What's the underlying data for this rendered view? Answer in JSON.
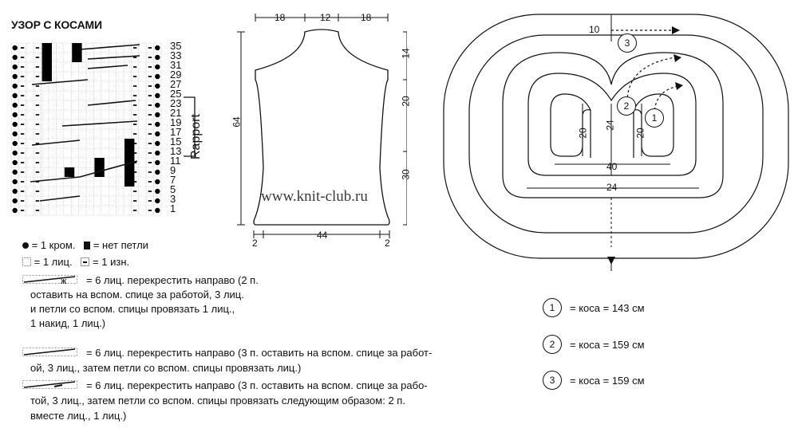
{
  "title": "УЗОР С КОСАМИ",
  "row_numbers": [
    "35",
    "33",
    "31",
    "29",
    "27",
    "25",
    "23",
    "21",
    "19",
    "17",
    "15",
    "13",
    "11",
    "9",
    "7",
    "5",
    "3",
    "1"
  ],
  "rapport_label": "Rapport",
  "watermark": "www.knit-club.ru",
  "garment": {
    "dims": {
      "top_left": "18",
      "top_mid": "12",
      "top_right": "18",
      "right_top": "14",
      "right_mid": "20",
      "right_bottom": "30",
      "left_height": "64",
      "bottom_left": "2",
      "bottom_mid": "44",
      "bottom_right": "2"
    }
  },
  "scheme": {
    "dims": {
      "top": "10",
      "left_inner": "20",
      "center": "24",
      "right_inner": "20",
      "inner_width": "40",
      "bottom_width": "24"
    },
    "markers": [
      "1",
      "2",
      "3"
    ]
  },
  "legend": {
    "kromka": "= 1 кром.",
    "no_loop": "= нет петли",
    "knit": "= 1 лиц.",
    "purl": "= 1 изн.",
    "cable1": [
      "= 6 лиц. перекрестить направо (2 п.",
      "оставить на вспом. спице за работой, 3 лиц.",
      "и петли со вспом. спицы провязать 1 лиц.,",
      "1 накид, 1 лиц.)"
    ],
    "cable2": [
      "= 6 лиц. перекрестить направо (3 п. оставить на вспом. спице за работ-",
      "ой, 3 лиц., затем петли со вспом. спицы провязать лиц.)"
    ],
    "cable3": [
      "= 6 лиц. перекрестить направо (3 п. оставить на вспом. спице за рабо-",
      "той, 3 лиц., затем петли со вспом. спицы провязать следующим образом: 2 п.",
      "вместе лиц., 1 лиц.)"
    ]
  },
  "cables": [
    {
      "num": "1",
      "text": "= коса = 143 см"
    },
    {
      "num": "2",
      "text": "= коса = 159 см"
    },
    {
      "num": "3",
      "text": "= коса = 159 см"
    }
  ]
}
